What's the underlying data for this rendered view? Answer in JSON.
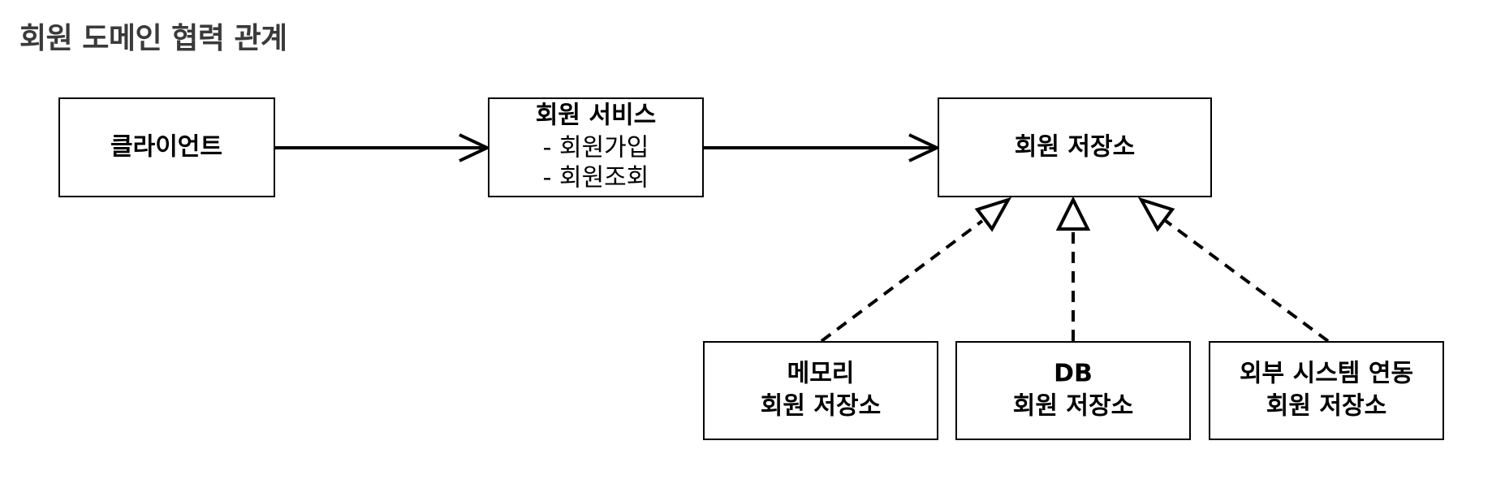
{
  "title": "회원 도메인 협력 관계",
  "nodes": {
    "client": {
      "label": "클라이언트"
    },
    "member_service": {
      "title": "회원 서비스",
      "lines": [
        "- 회원가입",
        "- 회원조회"
      ]
    },
    "member_repository": {
      "label": "회원 저장소"
    },
    "memory_repository": {
      "lines": [
        "메모리",
        "회원 저장소"
      ]
    },
    "db_repository": {
      "lines": [
        "DB",
        "회원 저장소"
      ]
    },
    "external_repository": {
      "lines": [
        "외부 시스템 연동",
        "회원 저장소"
      ]
    }
  },
  "edges": [
    {
      "from": "client",
      "to": "member_service",
      "style": "solid",
      "arrow": "open"
    },
    {
      "from": "member_service",
      "to": "member_repository",
      "style": "solid",
      "arrow": "open"
    },
    {
      "from": "memory_repository",
      "to": "member_repository",
      "style": "dashed",
      "arrow": "hollow-triangle"
    },
    {
      "from": "db_repository",
      "to": "member_repository",
      "style": "dashed",
      "arrow": "hollow-triangle"
    },
    {
      "from": "external_repository",
      "to": "member_repository",
      "style": "dashed",
      "arrow": "hollow-triangle"
    }
  ]
}
